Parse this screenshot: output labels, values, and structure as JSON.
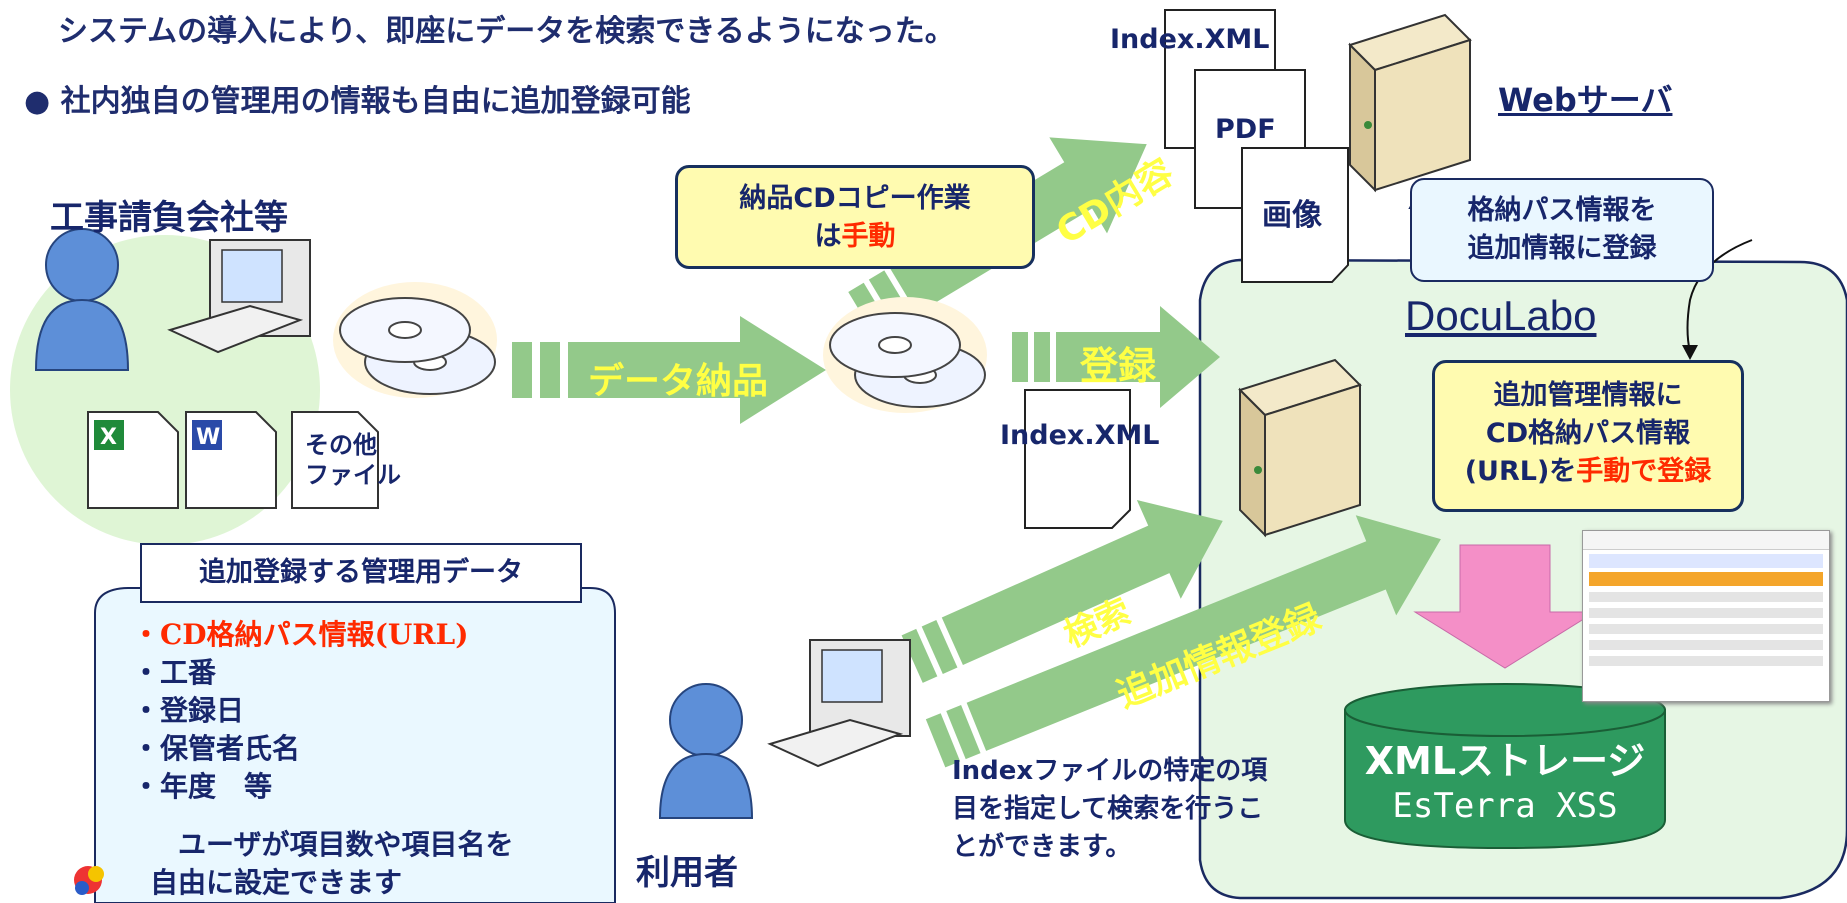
{
  "header": {
    "line1": "システムの導入により、即座にデータを検索できるようになった。",
    "line2": "● 社内独自の管理用の情報も自由に追加登録可能"
  },
  "left": {
    "company_label": "工事請負会社等",
    "other_files": "その他\nファイル",
    "panel_title": "追加登録する管理用データ",
    "items": [
      "・CD格納パス情報(URL)",
      "・工番",
      "・登録日",
      "・保管者氏名",
      "・年度　等"
    ],
    "note": "　ユーザが項目数や項目名を\n自由に設定できます"
  },
  "center": {
    "copy_callout_a": "納品CDコピー作業",
    "copy_callout_b": "は",
    "copy_callout_red": "手動",
    "arrow_delivery": "データ納品",
    "arrow_cd": "CD内容",
    "arrow_register": "登録",
    "index_xml": "Index.XML",
    "arrow_search": "検索",
    "arrow_add": "追加情報登録",
    "user_label": "利用者",
    "search_note": "Indexファイルの特定の項\n目を指定して検索を行うこ\nとができます。"
  },
  "right": {
    "doc_index": "Index.XML",
    "doc_pdf": "PDF",
    "doc_image": "画像",
    "web_server": "Webサーバ",
    "path_callout": "格納パス情報を\n追加情報に登録",
    "doculabo": "DocuLabo",
    "manage_callout_a": "追加管理情報に",
    "manage_callout_b": "CD格納パス情報",
    "manage_callout_c": "(URL)を",
    "manage_callout_red": "手動で登録",
    "storage_a": "XMLストレージ",
    "storage_b": "EsTerra XSS"
  },
  "colors": {
    "title_text": "#1f2d6e",
    "arrow_green": "#93c98a",
    "arrow_text": "#ffff44",
    "highlight_red": "#ff2a00",
    "callout_fill": "#fffbb0",
    "storage_green": "#2e9a5f",
    "pink_arrow": "#f48fc7",
    "doculabo_fill": "#e6f6e4",
    "left_circle": "#dff5d5"
  }
}
